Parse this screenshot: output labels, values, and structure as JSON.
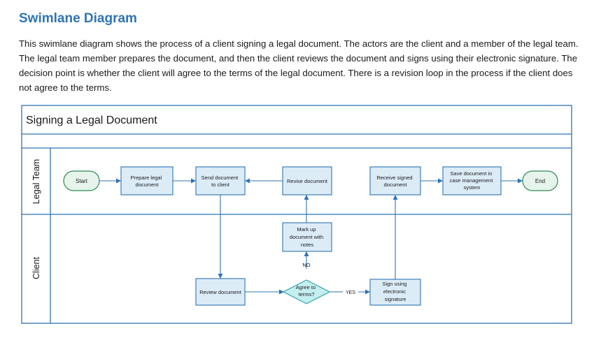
{
  "page": {
    "heading": "Swimlane Diagram",
    "description": "This swimlane diagram shows the process of a client signing a legal document. The actors are the client and a member of the legal team. The legal team member prepares the document, and then the client reviews the document and signs using their electronic signature. The decision point is whether the client will agree to the terms of the legal document. There is a revision loop in the process if the client does not agree to the terms."
  },
  "diagram": {
    "title": "Signing a Legal Document",
    "lanes": [
      "Legal Team",
      "Client"
    ],
    "nodes": {
      "start": "Start",
      "prepare": [
        "Prepare legal",
        "document"
      ],
      "send": [
        "Send document",
        "to client"
      ],
      "revise": "Revise document",
      "receive": [
        "Receive signed",
        "document"
      ],
      "save": [
        "Save document in",
        "case management",
        "system"
      ],
      "end": "End",
      "markup": [
        "Mark up",
        "document with",
        "notes"
      ],
      "review": "Review document",
      "decision": [
        "Agree to",
        "terms?"
      ],
      "sign": [
        "Sign using",
        "electronic",
        "signature"
      ]
    },
    "edge_labels": {
      "no": "NO",
      "yes": "YES"
    },
    "colors": {
      "lane_border": "#2e74b5",
      "box_fill": "#dcecf7",
      "terminal_fill": "#e6f4ec",
      "terminal_border": "#2e8b57",
      "decision_fill": "#c4eef0",
      "decision_border": "#2fa3aa",
      "arrow": "#2e74b5",
      "text": "#1a1a1a"
    }
  }
}
